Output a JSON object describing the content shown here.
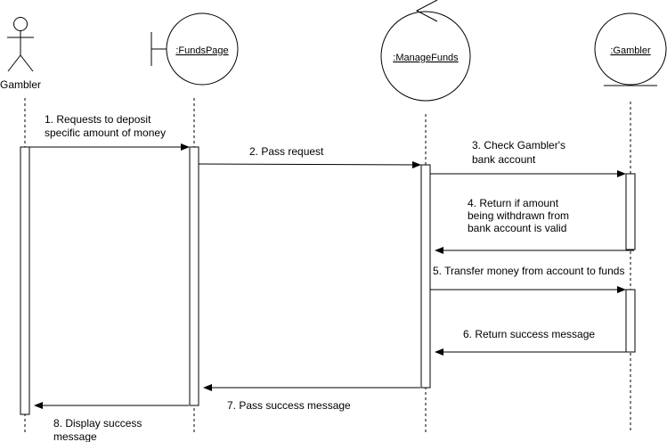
{
  "participants": {
    "gambler_actor": {
      "label": "Gambler",
      "kind": "actor"
    },
    "funds_page": {
      "label": ":FundsPage",
      "kind": "boundary"
    },
    "manage_funds": {
      "label": ":ManageFunds",
      "kind": "control"
    },
    "gambler_entity": {
      "label": ":Gambler",
      "kind": "entity"
    }
  },
  "messages": [
    {
      "lines": [
        "1. Requests to deposit",
        "specific amount of money"
      ],
      "from": "Gambler",
      "to": ":FundsPage"
    },
    {
      "lines": [
        "2. Pass request"
      ],
      "from": ":FundsPage",
      "to": ":ManageFunds"
    },
    {
      "lines": [
        "3. Check Gambler's",
        "bank account"
      ],
      "from": ":ManageFunds",
      "to": ":Gambler"
    },
    {
      "lines": [
        "4. Return if amount",
        "being withdrawn from",
        "bank account is valid"
      ],
      "from": ":Gambler",
      "to": ":ManageFunds"
    },
    {
      "lines": [
        "5. Transfer money from account to funds"
      ],
      "from": ":ManageFunds",
      "to": ":Gambler"
    },
    {
      "lines": [
        "6. Return success message"
      ],
      "from": ":Gambler",
      "to": ":ManageFunds"
    },
    {
      "lines": [
        "7. Pass success message"
      ],
      "from": ":ManageFunds",
      "to": ":FundsPage"
    },
    {
      "lines": [
        "8. Display success",
        "message"
      ],
      "from": ":FundsPage",
      "to": "Gambler"
    }
  ]
}
